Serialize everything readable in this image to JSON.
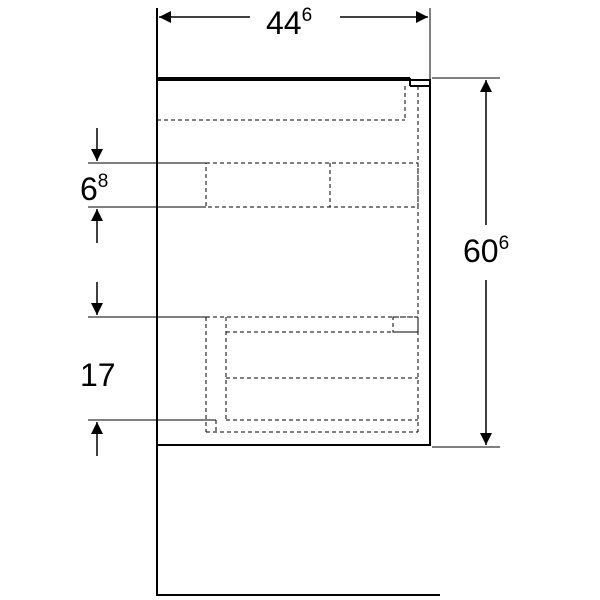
{
  "colors": {
    "line": "#000000",
    "background": "#ffffff"
  },
  "dimensions": {
    "width": {
      "base": "44",
      "sup": "6"
    },
    "height": {
      "base": "60",
      "sup": "6"
    },
    "drawer_top": {
      "base": "6",
      "sup": "8"
    },
    "drawer_bottom": {
      "base": "17",
      "sup": ""
    }
  }
}
